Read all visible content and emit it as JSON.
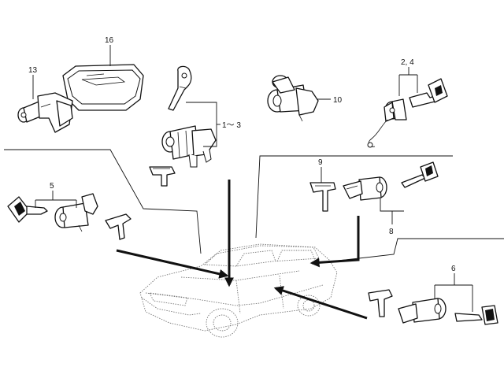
{
  "labels": {
    "l16": "16",
    "l13": "13",
    "l1_3": "1～ 3",
    "l10": "10",
    "l2_4": "2, 4",
    "l5": "5",
    "l9": "9",
    "l8": "8",
    "l6": "6"
  },
  "icons": [
    "glove-box-lock",
    "ignition-lock",
    "door-lock-cylinder",
    "trunk-lock",
    "key",
    "retainer-clip",
    "vehicle-outline",
    "pointer-arrow"
  ]
}
